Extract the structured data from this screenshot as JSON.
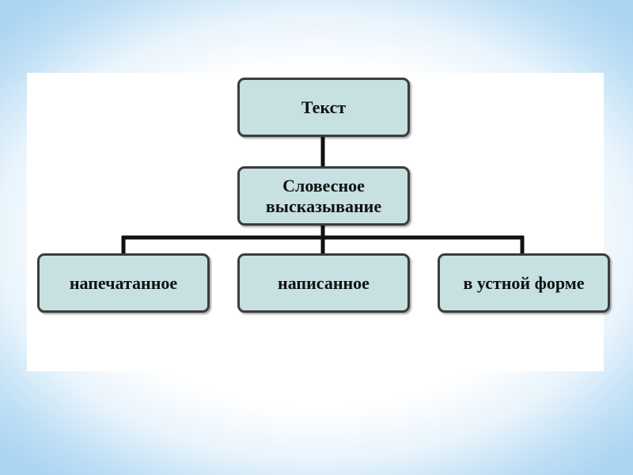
{
  "diagram": {
    "root": {
      "label": "Текст"
    },
    "middle": {
      "label": "Словесное\nвысказывание"
    },
    "children": [
      {
        "label": "напечатанное"
      },
      {
        "label": "написанное"
      },
      {
        "label": "в устной форме"
      }
    ]
  },
  "colors": {
    "node_fill": "#c7e0e2",
    "node_border": "#3c3c3c",
    "connector": "#111111",
    "background_edge": "#a9d4f2"
  }
}
